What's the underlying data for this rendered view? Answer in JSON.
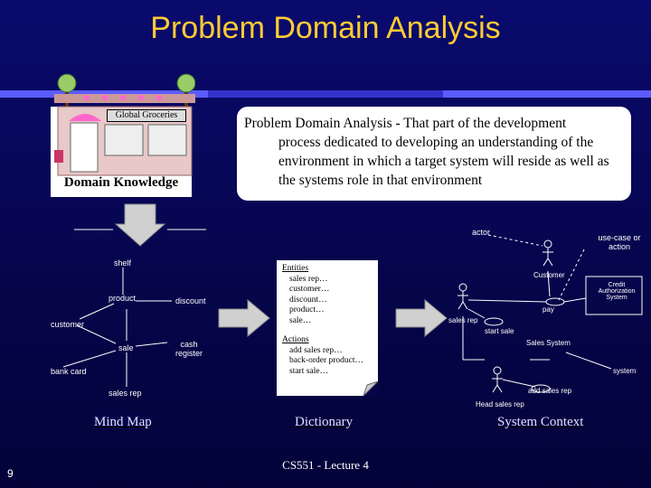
{
  "title": "Problem Domain Analysis",
  "domain_knowledge": {
    "store_sign": "Global Groceries",
    "label": "Domain Knowledge"
  },
  "definition": {
    "first_line": "Problem Domain Analysis - That part of the development",
    "rest": "process dedicated to developing an understanding of the environment in which a target system will reside as well as the systems role in that environment"
  },
  "mind_map": {
    "nodes": [
      "shelf",
      "product",
      "discount",
      "customer",
      "sale",
      "cash register",
      "bank card",
      "sales rep"
    ],
    "caption": "Mind Map"
  },
  "dictionary": {
    "entities_heading": "Entities",
    "entities": [
      "sales rep…",
      "customer…",
      "discount…",
      "product…",
      "sale…"
    ],
    "actions_heading": "Actions",
    "actions": [
      "add sales rep…",
      "back-order product…",
      "start sale…"
    ],
    "caption": "Dictionary"
  },
  "system_context": {
    "actor_label": "actor",
    "use_case_label": "use-case or action",
    "customer": "Customer",
    "credit_system": "Credit Authorization System",
    "pay": "pay",
    "sales_rep": "sales rep",
    "start_sale": "start sale",
    "sales_system": "Sales System",
    "system": "system",
    "add_sales_rep": "add sales rep",
    "head_sales_rep": "Head sales rep",
    "caption": "System Context"
  },
  "footer": "CS551 - Lecture 4",
  "page_number": "9",
  "colors": {
    "title": "#ffcc33",
    "arrow": "#ccc",
    "rule": "#3333cc",
    "background": "#05054a"
  }
}
